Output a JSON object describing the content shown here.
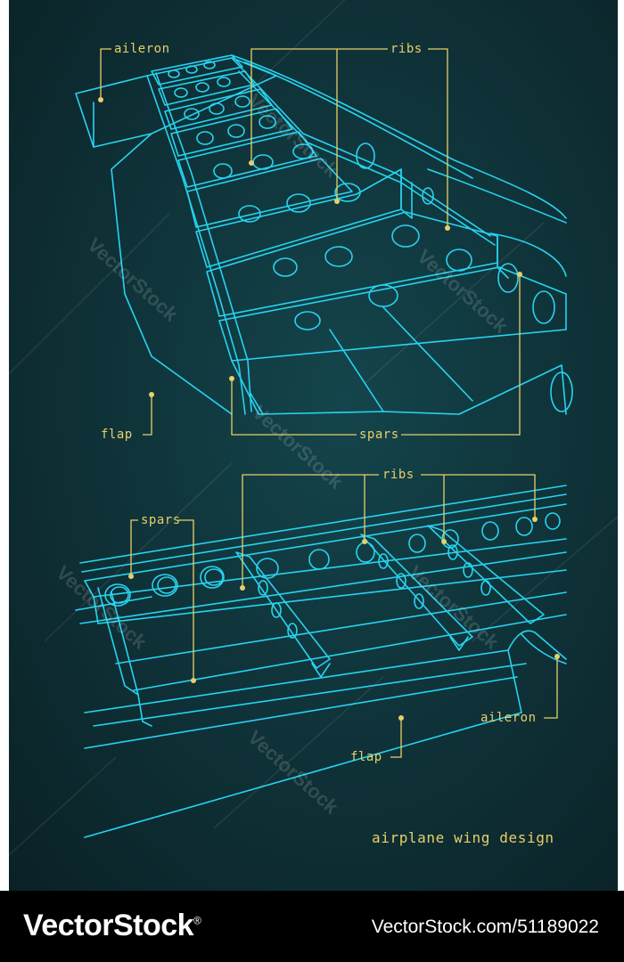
{
  "title": "airplane wing design",
  "colors": {
    "line": "#27d3f0",
    "callout": "#e8cf6a",
    "background": "#0f343a"
  },
  "callouts": {
    "top_aileron": "aileron",
    "top_ribs": "ribs",
    "top_flap": "flap",
    "top_spars": "spars",
    "bottom_ribs": "ribs",
    "bottom_spars": "spars",
    "bottom_aileron": "aileron",
    "bottom_flap": "flap"
  },
  "watermark": "VectorStock",
  "footer": {
    "brand": "VectorStock",
    "reg": "®",
    "url": "VectorStock.com/51189022"
  }
}
